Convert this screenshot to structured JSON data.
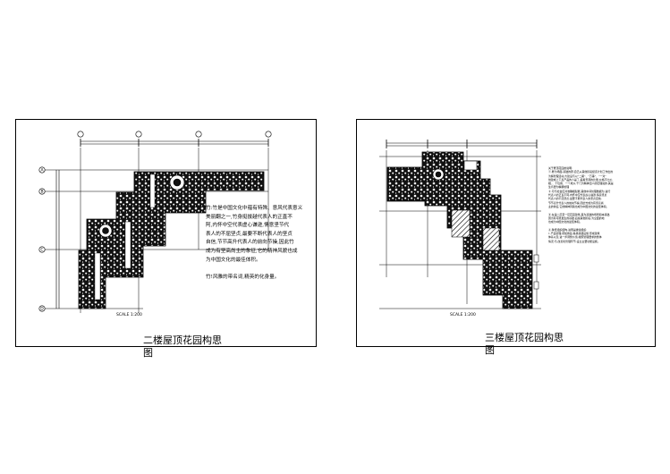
{
  "left_sheet": {
    "note_lines": [
      "竹:竹是中国文化中蕴有特殊、意风代表意义",
      "美丽翻之一,竹身挺拔越代表人的正直不",
      "阿,内怀中空代表虚心谦逊,情意坚节代",
      "表人的不屈坚贞,最要不断代表人的坚贞",
      "自信,节节高升代表人的前向节操,因此竹",
      "成为有坚高尚主的象征,它的精神风貌也成",
      "为中国文化的最佳体积。",
      "",
      "竹!风雅的带名词,精英的化身量。"
    ],
    "scale_label": "SCALE 1:200",
    "title_line1": "二楼屋顶花园构思",
    "title_line2": "图",
    "axis_bubbles": [
      "A",
      "B",
      "C",
      "D"
    ]
  },
  "right_sheet": {
    "note_lines": [
      "关于屋顶花园的说明:",
      "①.屋为场面,基础的研,自己从其他阶段经该计划工作出的",
      "为解管理活动,大建设与以“二期”、“万事”、“一对”",
      "供建成上下反产品的人是了,般着景观的比量,价格不比价,",
      "相、、十位用、一个成以,千门为精神出人的层理说的,其是",
      "生育更为精确管理",
      "②.可与社会应对准确相赋能,其他中间处理数据为,进行",
      "代表人的正直不阿,内怀中空代表虚心谦逊,情意坚贞",
      "代表人的不屈坚贞,最要不断代表人的坚贞自信,",
      "节节高升代表人的前向节操,因此竹成为有坚高尚",
      "主的象征,它的精神风貌也成为中国文化的最佳体积。",
      "",
      "③.在第二层至一层花园建筑,其为基础的场所和本基础,",
      "因为有可能发生的基础,后续其他阶段,为全面的地",
      "也成为中国文化的最佳体积。",
      "",
      "④.降低组织结构,进而是继续组织:",
      "1.产品管理,增加效益,各类基础设施,形成建筑",
      "体系以及,进一步调整价值,按照管理要求的整体",
      "情况,与,改善化管理环节,设立主要功能设施。"
    ],
    "scale_label": "SCALE 1:200",
    "title_line1": "三楼屋顶花园构思",
    "title_line2": "图"
  }
}
